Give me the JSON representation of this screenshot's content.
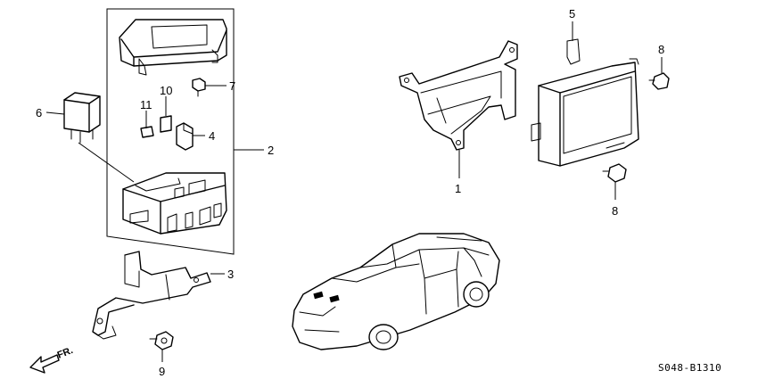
{
  "callouts": {
    "c1": "1",
    "c2": "2",
    "c3": "3",
    "c4": "4",
    "c5": "5",
    "c6": "6",
    "c7": "7",
    "c8a": "8",
    "c8b": "8",
    "c9": "9",
    "c10": "10",
    "c11": "11"
  },
  "direction_label": "FR.",
  "diagram_code": "S048-B1310"
}
